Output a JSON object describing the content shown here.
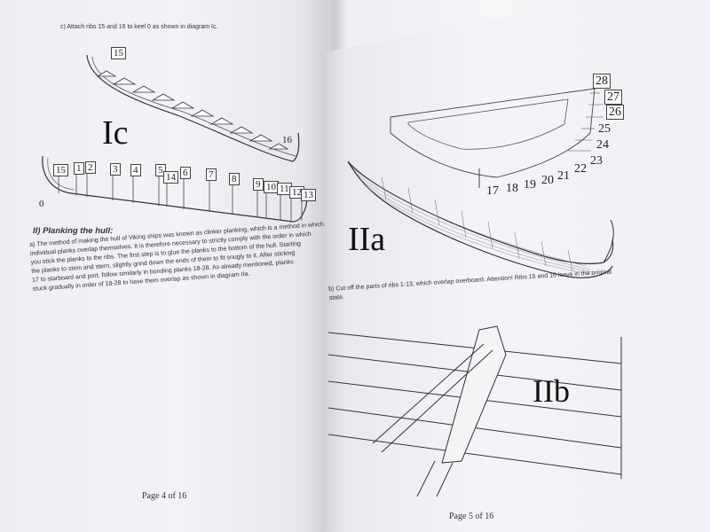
{
  "left_page": {
    "step_c": "c) Attach ribs 15 and 16 to keel 0 as shown in diagram Ic.",
    "diagram_label": "Ic",
    "rib_top_labels": [
      "15",
      "16"
    ],
    "keel_labels": [
      "15",
      "1",
      "2",
      "3",
      "4",
      "5",
      "14",
      "6",
      "7",
      "8",
      "9",
      "10",
      "11",
      "12",
      "13"
    ],
    "keel_zero": "0",
    "section_heading": "II) Planking the hull:",
    "paragraph_lines": [
      "a) The method of making the hull of Viking ships was known as clinker planking, which is a method in which",
      "individual planks overlap themselves. It is therefore necessary to strictly comply with the order in which",
      "you stick the planks to the ribs. The first step is to glue the planks to the bottom of the hull. Starting",
      "the planks to stem and stern, slightly grind down the ends of them to fit snugly to it. After sticking",
      "17 to starboard and port, follow similarly in bonding planks 18-28. As already mentioned, planks",
      "stuck gradually in order of 18-28 to have them overlap as shown in diagram IIa."
    ],
    "footer": "Page 4 of 16"
  },
  "right_page": {
    "diagram_a_label": "IIa",
    "plank_labels_right": [
      "28",
      "27",
      "26",
      "25",
      "24",
      "23",
      "22",
      "21",
      "20",
      "19",
      "18",
      "17"
    ],
    "step_b_lines": [
      "b) Cut off the parts of ribs 1-13, which overlap overboard. Attention! Ribs 15 and 16 leave in the original",
      "state."
    ],
    "diagram_b_label": "IIb",
    "footer": "Page 5 of 16"
  }
}
